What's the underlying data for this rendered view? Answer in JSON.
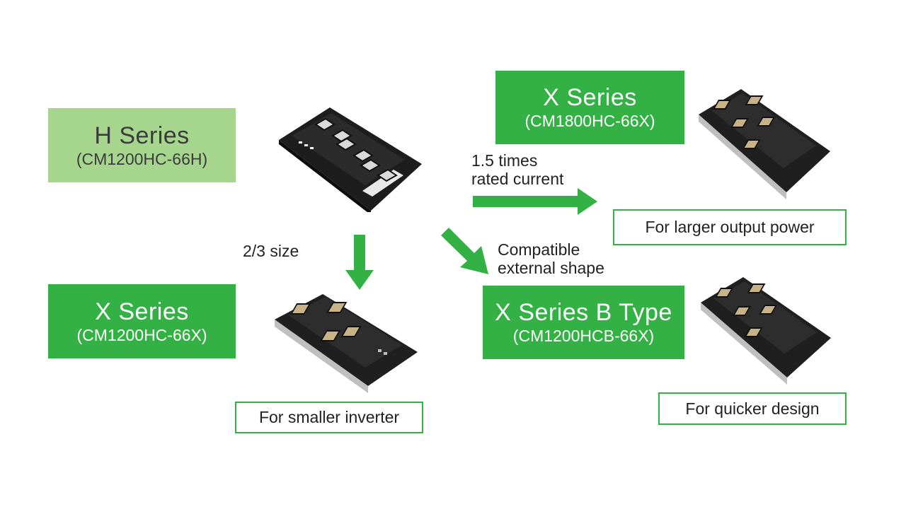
{
  "h_series": {
    "title": "H Series",
    "model": "(CM1200HC-66H)",
    "color": "#a6d58e"
  },
  "x_series_small": {
    "title": "X Series",
    "model": "(CM1200HC-66X)",
    "color": "#33b144"
  },
  "x_series_large": {
    "title": "X Series",
    "model": "(CM1800HC-66X)",
    "color": "#33b144"
  },
  "x_series_b": {
    "title": "X Series B Type",
    "model": "(CM1200HCB-66X)",
    "color": "#33b144"
  },
  "arrows": {
    "right_label_line1": "1.5 times",
    "right_label_line2": "rated current",
    "down_label": "2/3 size",
    "diagonal_label_line1": "Compatible",
    "diagonal_label_line2": "external shape",
    "color": "#33b144"
  },
  "notes": {
    "larger": "For larger output power",
    "smaller": "For smaller inverter",
    "quicker": "For quicker design"
  },
  "icons": {
    "module_icon": "igbt-power-module-icon",
    "arrow_icon": "arrow-icon"
  }
}
